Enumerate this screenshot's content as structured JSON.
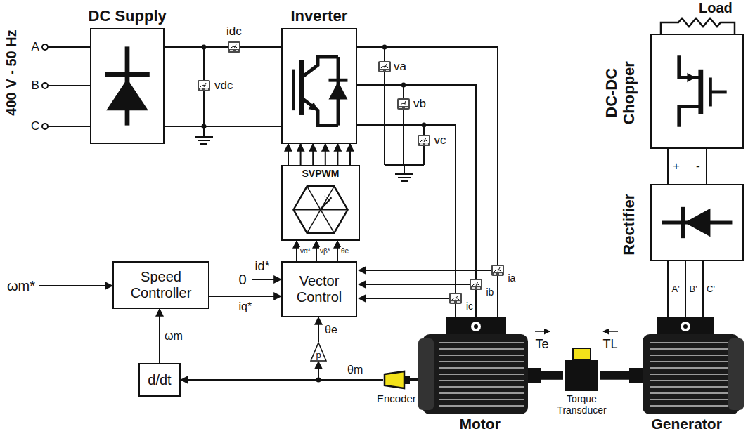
{
  "diagram": {
    "nodes": [
      {
        "text": [
          "DC Supply"
        ]
      },
      {
        "text": [
          "Inverter"
        ]
      },
      {
        "text": [
          "SVPWM"
        ]
      },
      {
        "text": [
          "Speed Controller"
        ]
      },
      {
        "text": [
          "Vector Control"
        ]
      },
      {
        "text": [
          "d/dt"
        ]
      },
      {
        "text": [
          "p"
        ]
      },
      {
        "text": [
          "Encoder"
        ]
      },
      {
        "text": [
          "Motor"
        ]
      },
      {
        "text": [
          "Torque Transducer"
        ]
      },
      {
        "text": [
          "Generator"
        ]
      },
      {
        "text": [
          "Rectifier"
        ]
      },
      {
        "text": [
          "DC-DC Chopper"
        ]
      }
    ],
    "edges": [
      {
        "from": 0,
        "to": 1,
        "arrow": "none"
      },
      {
        "from": 2,
        "to": 1,
        "arrow": "to"
      },
      {
        "from": 4,
        "to": 2,
        "arrow": "to",
        "label": "vα*"
      },
      {
        "from": 4,
        "to": 2,
        "arrow": "to",
        "label": "vβ*"
      },
      {
        "from": 4,
        "to": 2,
        "arrow": "to",
        "label": "θe"
      },
      {
        "from": 3,
        "to": 4,
        "arrow": "to",
        "label": "iq*"
      },
      {
        "from": 5,
        "to": 3,
        "arrow": "to",
        "label": "ωm"
      },
      {
        "from": 6,
        "to": 4,
        "arrow": "to",
        "label": "θe"
      },
      {
        "from": 7,
        "to": 5,
        "arrow": "to",
        "label": "θm"
      },
      {
        "from": 7,
        "to": 6,
        "arrow": "to"
      },
      {
        "from": 1,
        "to": 8,
        "arrow": "none"
      },
      {
        "from": 8,
        "to": 9,
        "arrow": "none"
      },
      {
        "from": 9,
        "to": 10,
        "arrow": "none"
      },
      {
        "from": 10,
        "to": 11,
        "arrow": "none"
      },
      {
        "from": 11,
        "to": 12,
        "arrow": "none"
      }
    ],
    "labels": [
      "400 V - 50 Hz",
      "A",
      "B",
      "C",
      "idc",
      "vdc",
      "va",
      "vb",
      "vc",
      "ia",
      "ib",
      "ic",
      "ωm*",
      "0",
      "id*",
      "Te",
      "TL",
      "Load",
      "+",
      "-",
      "A'",
      "B'",
      "C'"
    ]
  }
}
